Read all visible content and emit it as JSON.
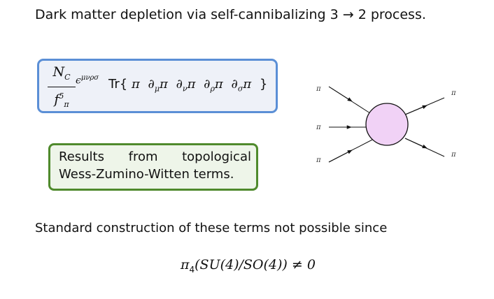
{
  "slide": {
    "title": "Dark matter depletion via self-cannibalizing 3 → 2 process.",
    "formula": {
      "frac_num_base": "N",
      "frac_num_sub": "C",
      "frac_den_base": "f",
      "frac_den_sup": "5",
      "frac_den_sub": "π",
      "epsilon": "ϵ",
      "epsilon_sup": "μνρσ",
      "tr": "Tr{",
      "pi": "π",
      "partial": "∂",
      "idx_mu": "μ",
      "idx_nu": "ν",
      "idx_rho": "ρ",
      "idx_sigma": "σ",
      "close": "}"
    },
    "results": {
      "word1": "Results",
      "word2": "from",
      "word3": "topological",
      "line2": "Wess-Zumino-Witten terms."
    },
    "footer_text": "Standard construction of these terms not possible since",
    "equation": {
      "pi": "π",
      "sub": "4",
      "body": "(SU(4)/SO(4)) ≠ 0"
    },
    "diagram": {
      "incoming_labels": [
        "π",
        "π",
        "π"
      ],
      "outgoing_labels": [
        "π",
        "π"
      ],
      "blob_color": "#f1d2f6"
    }
  }
}
